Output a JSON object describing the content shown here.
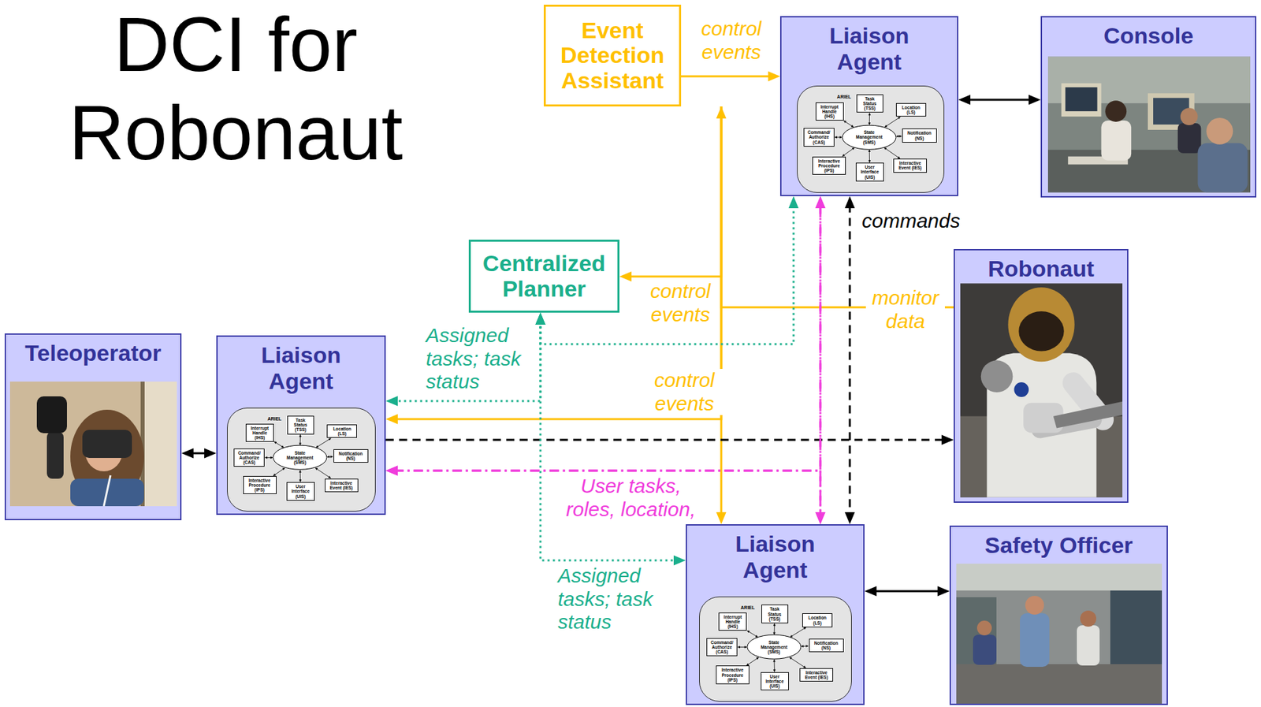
{
  "diagram": {
    "title": "DCI for Robonaut",
    "nodes": [
      {
        "text": [
          "Event Detection Assistant"
        ]
      },
      {
        "text": [
          "Liaison Agent"
        ]
      },
      {
        "text": [
          "ARIEL"
        ],
        "in": 1
      },
      {
        "text": [
          "Interrupt Handle (IHS)"
        ],
        "in": 2
      },
      {
        "text": [
          "Task Status (TSS)"
        ],
        "in": 2
      },
      {
        "text": [
          "Location (LS)"
        ],
        "in": 2
      },
      {
        "text": [
          "Command/ Authorize (CAS)"
        ],
        "in": 2
      },
      {
        "text": [
          "State Management (SMS)"
        ],
        "in": 2
      },
      {
        "text": [
          "Notification (NS)"
        ],
        "in": 2
      },
      {
        "text": [
          "Interactive Procedure (IPS)"
        ],
        "in": 2
      },
      {
        "text": [
          "User Interface (UIS)"
        ],
        "in": 2
      },
      {
        "text": [
          "Interactive Event (IES)"
        ],
        "in": 2
      },
      {
        "text": [
          "Console"
        ]
      },
      {
        "text": [
          "Centralized Planner"
        ]
      },
      {
        "text": [
          "Robonaut"
        ]
      },
      {
        "text": [
          "Teleoperator"
        ]
      },
      {
        "text": [
          "Liaison Agent"
        ]
      },
      {
        "text": [
          "ARIEL"
        ],
        "in": 16
      },
      {
        "text": [
          "Interrupt Handle (IHS)"
        ],
        "in": 17
      },
      {
        "text": [
          "Task Status (TSS)"
        ],
        "in": 17
      },
      {
        "text": [
          "Location (LS)"
        ],
        "in": 17
      },
      {
        "text": [
          "Command/ Authorize (CAS)"
        ],
        "in": 17
      },
      {
        "text": [
          "State Management (SMS)"
        ],
        "in": 17
      },
      {
        "text": [
          "Notification (NS)"
        ],
        "in": 17
      },
      {
        "text": [
          "Interactive Procedure (IPS)"
        ],
        "in": 17
      },
      {
        "text": [
          "User Interface (UIS)"
        ],
        "in": 17
      },
      {
        "text": [
          "Interactive Event (IES)"
        ],
        "in": 17
      },
      {
        "text": [
          "Liaison Agent"
        ]
      },
      {
        "text": [
          "ARIEL"
        ],
        "in": 27
      },
      {
        "text": [
          "Interrupt Handle (IHS)"
        ],
        "in": 28
      },
      {
        "text": [
          "Task Status (TSS)"
        ],
        "in": 28
      },
      {
        "text": [
          "Location (LS)"
        ],
        "in": 28
      },
      {
        "text": [
          "Command/ Authorize (CAS)"
        ],
        "in": 28
      },
      {
        "text": [
          "State Management (SMS)"
        ],
        "in": 28
      },
      {
        "text": [
          "Notification (NS)"
        ],
        "in": 28
      },
      {
        "text": [
          "Interactive Procedure (IPS)"
        ],
        "in": 28
      },
      {
        "text": [
          "User Interface (UIS)"
        ],
        "in": 28
      },
      {
        "text": [
          "Interactive Event (IES)"
        ],
        "in": 28
      },
      {
        "text": [
          "Safety Officer"
        ]
      }
    ],
    "edges": [
      {
        "from": 0,
        "to": 1,
        "label": "control events",
        "arrow": "to"
      },
      {
        "from": 0,
        "to": 13,
        "label": "control events",
        "arrow": "to"
      },
      {
        "from": 0,
        "to": 16,
        "label": "control events",
        "arrow": "to"
      },
      {
        "from": 0,
        "to": 27,
        "arrow": "to"
      },
      {
        "from": 14,
        "to": 0,
        "label": "monitor data",
        "arrow": "to"
      },
      {
        "from": 1,
        "to": 12,
        "arrow": "both"
      },
      {
        "from": 1,
        "to": 27,
        "label": "commands",
        "arrow": "both"
      },
      {
        "from": 16,
        "to": 14,
        "arrow": "to"
      },
      {
        "from": 15,
        "to": 16,
        "arrow": "both"
      },
      {
        "from": 27,
        "to": 38,
        "arrow": "both"
      },
      {
        "from": 13,
        "to": 1,
        "arrow": "both"
      },
      {
        "from": 13,
        "to": 16,
        "label": "Assigned tasks; task status",
        "arrow": "both"
      },
      {
        "from": 13,
        "to": 27,
        "label": "Assigned tasks; task status",
        "arrow": "both"
      },
      {
        "from": 16,
        "to": 1,
        "arrow": "both"
      },
      {
        "from": 16,
        "to": 27,
        "label": "User tasks, roles, location,",
        "arrow": "both"
      },
      {
        "from": 1,
        "to": 27,
        "arrow": "both"
      },
      {
        "from": 3,
        "to": 7,
        "arrow": "both"
      },
      {
        "from": 4,
        "to": 7,
        "arrow": "both"
      },
      {
        "from": 5,
        "to": 7,
        "arrow": "both"
      },
      {
        "from": 6,
        "to": 7,
        "arrow": "both"
      },
      {
        "from": 8,
        "to": 7,
        "arrow": "both"
      },
      {
        "from": 9,
        "to": 7,
        "arrow": "both"
      },
      {
        "from": 10,
        "to": 7,
        "arrow": "both"
      },
      {
        "from": 11,
        "to": 7,
        "arrow": "both"
      },
      {
        "from": 18,
        "to": 22,
        "arrow": "both"
      },
      {
        "from": 19,
        "to": 22,
        "arrow": "both"
      },
      {
        "from": 20,
        "to": 22,
        "arrow": "both"
      },
      {
        "from": 21,
        "to": 22,
        "arrow": "both"
      },
      {
        "from": 23,
        "to": 22,
        "arrow": "both"
      },
      {
        "from": 24,
        "to": 22,
        "arrow": "both"
      },
      {
        "from": 25,
        "to": 22,
        "arrow": "both"
      },
      {
        "from": 26,
        "to": 22,
        "arrow": "both"
      },
      {
        "from": 29,
        "to": 33,
        "arrow": "both"
      },
      {
        "from": 30,
        "to": 33,
        "arrow": "both"
      },
      {
        "from": 31,
        "to": 33,
        "arrow": "both"
      },
      {
        "from": 32,
        "to": 33,
        "arrow": "both"
      },
      {
        "from": 34,
        "to": 33,
        "arrow": "both"
      },
      {
        "from": 35,
        "to": 33,
        "arrow": "both"
      },
      {
        "from": 36,
        "to": 33,
        "arrow": "both"
      },
      {
        "from": 37,
        "to": 33,
        "arrow": "both"
      }
    ]
  }
}
